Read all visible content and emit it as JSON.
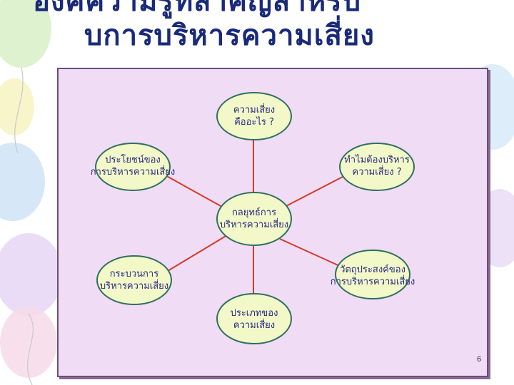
{
  "title": {
    "line1": "องค์ความรู้ที่สำคัญสำหรับ",
    "line2": "บการบริหารความเสี่ยง"
  },
  "nodes": {
    "top": {
      "line1": "ความเสี่ยง",
      "line2": "คืออะไร ?"
    },
    "upper_left": {
      "line1": "ประโยชน์ของ",
      "line2": "การบริหารความเสี่ยง"
    },
    "upper_right": {
      "line1": "ทำไมต้องบริหาร",
      "line2": "ความเสี่ยง ?"
    },
    "center": {
      "line1": "กลยุทธ์การ",
      "line2": "บริหารความเสี่ยง"
    },
    "lower_left": {
      "line1": "กระบวนการ",
      "line2": "บริหารความเสี่ยง"
    },
    "lower_right": {
      "line1": "วัตถุประสงค์ของ",
      "line2": "การบริหารความเสี่ยง"
    },
    "bottom": {
      "line1": "ประเภทของ",
      "line2": "ความเสี่ยง"
    }
  },
  "page_number": "6",
  "colors": {
    "panel": "#f0dcf5",
    "node_fill": "#f2f8c8",
    "node_border": "#2f7060",
    "connector": "#d43a2a",
    "title_text": "#1a2a7a",
    "node_text": "#2a2a80"
  }
}
